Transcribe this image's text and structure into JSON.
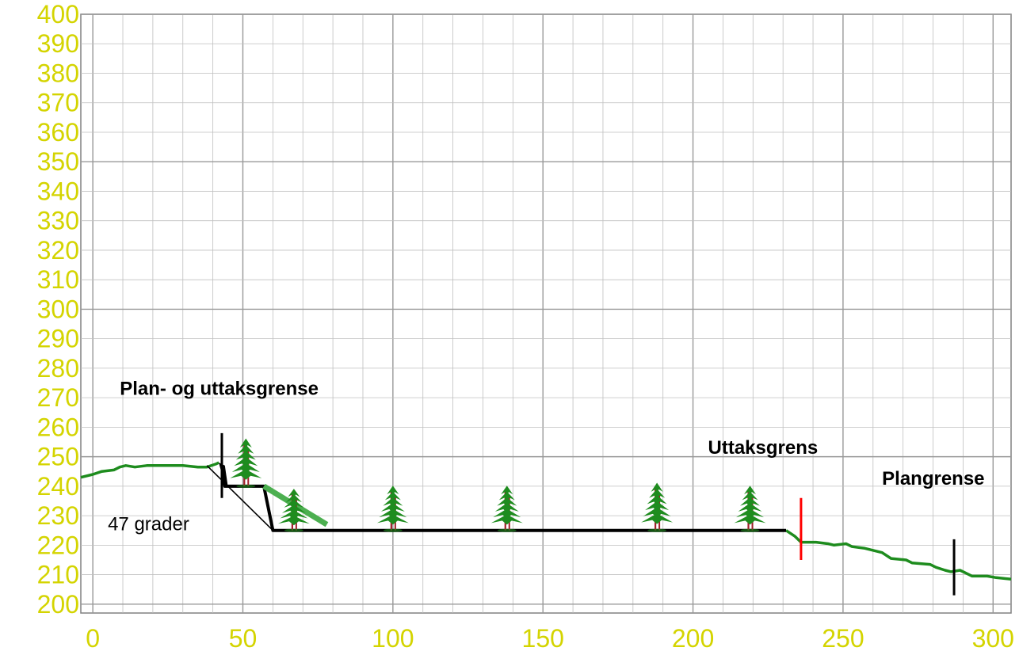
{
  "chart_data": {
    "type": "line",
    "title": "",
    "xlabel": "",
    "ylabel": "",
    "xlim": [
      -4,
      306
    ],
    "ylim": [
      197,
      400
    ],
    "x_ticks": [
      0,
      50,
      100,
      150,
      200,
      250,
      300
    ],
    "x_tick_labels": [
      "0",
      "50",
      "100",
      "150",
      "200",
      "250",
      "300"
    ],
    "y_ticks": [
      200,
      210,
      220,
      230,
      240,
      250,
      260,
      270,
      280,
      290,
      300,
      310,
      320,
      330,
      340,
      350,
      360,
      370,
      380,
      390,
      400
    ],
    "y_tick_labels": [
      "200",
      "210",
      "220",
      "230",
      "240",
      "250",
      "260",
      "270",
      "280",
      "290",
      "300",
      "310",
      "320",
      "330",
      "340",
      "350",
      "360",
      "370",
      "380",
      "390",
      "400"
    ],
    "grid": true,
    "colors": {
      "terrain": "#1e8c1e",
      "excavation": "#000000",
      "slope_fill": "#4caf50",
      "extraction_limit": "#ff0000",
      "tick_text": "#d4d400",
      "grid": "#bfbfbf"
    },
    "series": [
      {
        "key": "terrain_left",
        "points": [
          [
            -4,
            243
          ],
          [
            0,
            244
          ],
          [
            3,
            245
          ],
          [
            7,
            245.5
          ],
          [
            9,
            246.5
          ],
          [
            11,
            247
          ],
          [
            14,
            246.5
          ],
          [
            18,
            247
          ],
          [
            25,
            247
          ],
          [
            30,
            247
          ],
          [
            35,
            246.5
          ],
          [
            38,
            246.5
          ],
          [
            41,
            247.5
          ],
          [
            42,
            248
          ]
        ]
      },
      {
        "key": "terrain_right",
        "points": [
          [
            231,
            225
          ],
          [
            234,
            223
          ],
          [
            236,
            221
          ],
          [
            241,
            221
          ],
          [
            245,
            220.5
          ],
          [
            247,
            220
          ],
          [
            251,
            220.5
          ],
          [
            253,
            219.5
          ],
          [
            257,
            219
          ],
          [
            263,
            217.5
          ],
          [
            266,
            215.5
          ],
          [
            271,
            215
          ],
          [
            273,
            214
          ],
          [
            279,
            213.5
          ],
          [
            281,
            212.5
          ],
          [
            284,
            211.5
          ],
          [
            286,
            211
          ],
          [
            289,
            211.5
          ],
          [
            291,
            210.5
          ],
          [
            293,
            209.5
          ],
          [
            298,
            209.5
          ],
          [
            301,
            209
          ],
          [
            306,
            208.5
          ]
        ]
      },
      {
        "key": "excavation_profile",
        "points": [
          [
            43,
            247
          ],
          [
            44,
            240
          ],
          [
            57,
            240
          ],
          [
            60,
            225
          ],
          [
            231,
            225
          ]
        ]
      },
      {
        "key": "slope_angle_line",
        "points": [
          [
            38,
            247
          ],
          [
            60,
            225
          ]
        ]
      },
      {
        "key": "green_slope",
        "points": [
          [
            57,
            240
          ],
          [
            78,
            227
          ]
        ]
      }
    ],
    "markers": [
      {
        "key": "plan_og_uttaksgrense",
        "x": 43,
        "y0": 236,
        "y1": 258
      },
      {
        "key": "uttaksgrens",
        "x": 236,
        "y0": 215,
        "y1": 236
      },
      {
        "key": "plangrense",
        "x": 287,
        "y0": 203,
        "y1": 222
      }
    ],
    "trees": [
      {
        "x": 51,
        "y": 240,
        "height": 16
      },
      {
        "x": 67,
        "y": 225,
        "height": 14
      },
      {
        "x": 100,
        "y": 225,
        "height": 15
      },
      {
        "x": 138,
        "y": 225,
        "height": 15
      },
      {
        "x": 188,
        "y": 225,
        "height": 16
      },
      {
        "x": 219,
        "y": 225,
        "height": 15
      }
    ],
    "annotations": [
      {
        "key": "plan_og_uttaksgrense",
        "text": "Plan- og uttaksgrense",
        "x": 9,
        "y": 271,
        "style": "bold"
      },
      {
        "key": "uttaksgrens",
        "text": "Uttaksgrens",
        "x": 205,
        "y": 251,
        "style": "bold"
      },
      {
        "key": "plangrense",
        "text": "Plangrense",
        "x": 263,
        "y": 240.5,
        "style": "bold"
      },
      {
        "key": "grader",
        "text": "47 grader",
        "x": 5,
        "y": 225,
        "style": "plain"
      }
    ]
  }
}
